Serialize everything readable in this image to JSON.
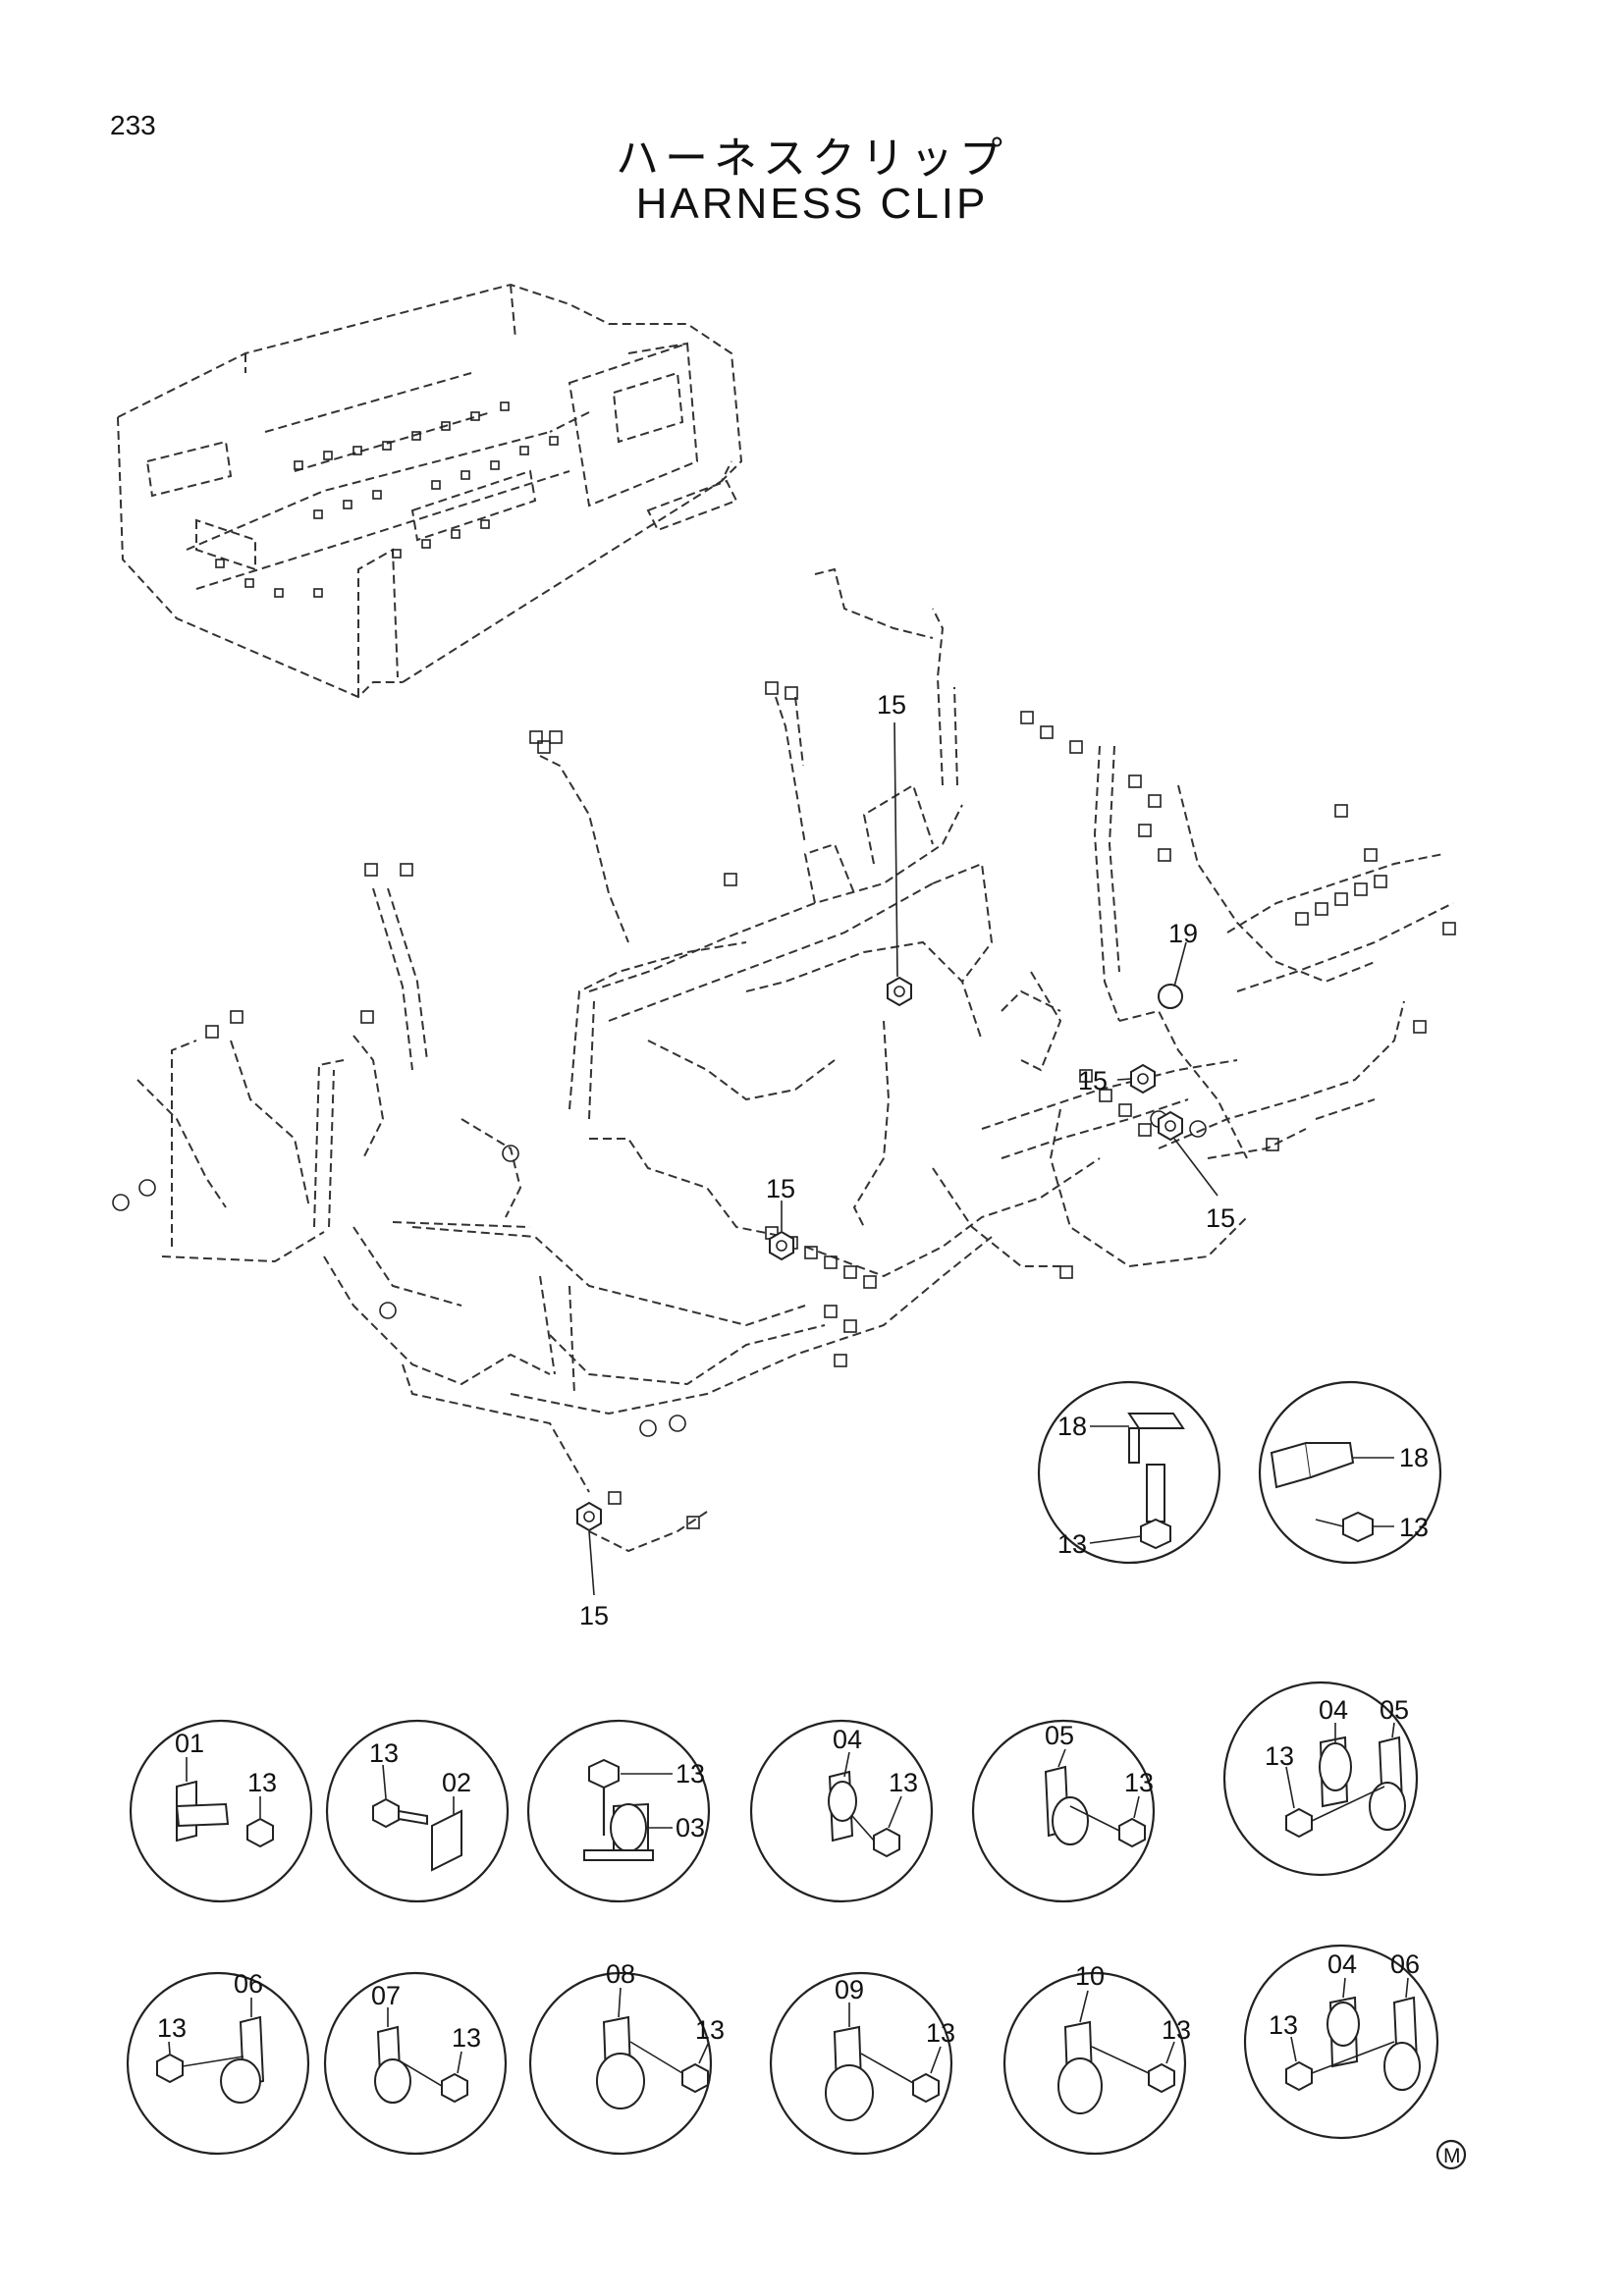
{
  "page": {
    "number": "233",
    "title_jp": "ハーネスクリップ",
    "title_en": "HARNESS CLIP"
  },
  "callouts": [
    "15",
    "15",
    "19",
    "15",
    "15",
    "15"
  ],
  "details": [
    {
      "labels": [
        "18",
        "13"
      ]
    },
    {
      "labels": [
        "18",
        "13"
      ]
    },
    {
      "labels": [
        "01",
        "13"
      ]
    },
    {
      "labels": [
        "13",
        "02"
      ]
    },
    {
      "labels": [
        "13",
        "03"
      ]
    },
    {
      "labels": [
        "04",
        "13"
      ]
    },
    {
      "labels": [
        "05",
        "13"
      ]
    },
    {
      "labels": [
        "04",
        "05",
        "13"
      ]
    },
    {
      "labels": [
        "06",
        "13"
      ]
    },
    {
      "labels": [
        "07",
        "13"
      ]
    },
    {
      "labels": [
        "08",
        "13"
      ]
    },
    {
      "labels": [
        "09",
        "13"
      ]
    },
    {
      "labels": [
        "10",
        "13"
      ]
    },
    {
      "labels": [
        "04",
        "06",
        "13"
      ]
    }
  ],
  "footer_mark": "M"
}
